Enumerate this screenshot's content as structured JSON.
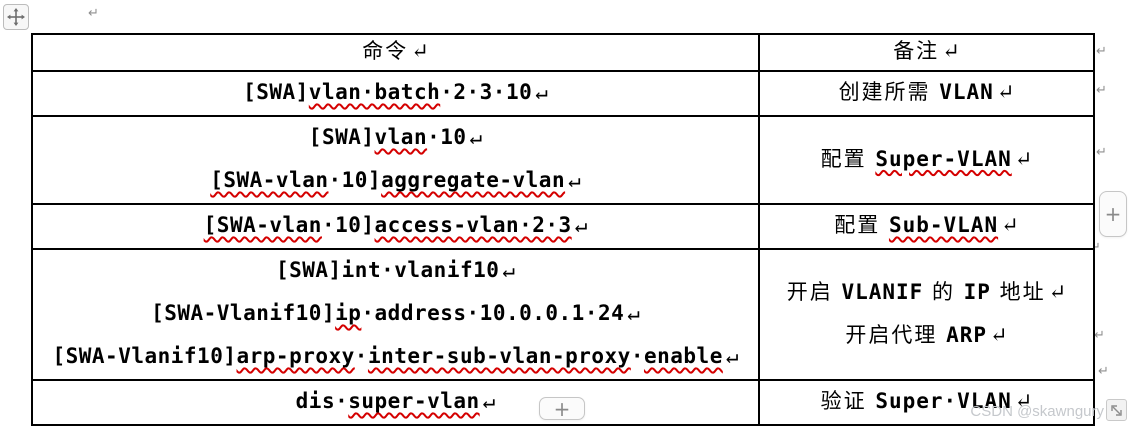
{
  "marks": {
    "return": "↵"
  },
  "colors": {
    "border": "#000000",
    "squiggle": "#d40000",
    "watermark": "#c5c8cc",
    "formatting_mark": "#8f8f8f"
  },
  "buttons": {
    "add_column": "+",
    "add_row": "+"
  },
  "watermark": "CSDN @skawngury",
  "table": {
    "header": {
      "cmd": [
        [
          {
            "t": "命令"
          }
        ]
      ],
      "note": [
        [
          {
            "t": "备注"
          }
        ]
      ]
    },
    "rows": [
      {
        "cmd": [
          [
            {
              "t": "[SWA]"
            },
            {
              "t": "vlan·batch",
              "m": 1
            },
            {
              "t": "·2·3·10"
            }
          ]
        ],
        "note": [
          [
            {
              "t": "创建所需 "
            },
            {
              "t": "VLAN",
              "b": 1
            }
          ]
        ]
      },
      {
        "cmd": [
          [
            {
              "t": "[SWA]"
            },
            {
              "t": "vlan",
              "m": 1
            },
            {
              "t": "·10"
            }
          ],
          [
            {
              "t": "[SWA-vlan",
              "m": 1
            },
            {
              "t": "·10]"
            },
            {
              "t": "aggregate-vlan",
              "m": 1
            }
          ]
        ],
        "note": [
          [
            {
              "t": "配置 "
            },
            {
              "t": "Super-VLAN",
              "b": 1,
              "m": 1
            }
          ]
        ]
      },
      {
        "cmd": [
          [
            {
              "t": "[SWA-vlan",
              "m": 1
            },
            {
              "t": "·10]"
            },
            {
              "t": "access-vlan·2·3",
              "m": 1
            }
          ]
        ],
        "note": [
          [
            {
              "t": "配置 "
            },
            {
              "t": "Sub-VLAN",
              "b": 1,
              "m": 1
            }
          ]
        ]
      },
      {
        "cmd": [
          [
            {
              "t": "[SWA]int·vlanif10"
            }
          ],
          [
            {
              "t": "[SWA-Vlanif10]"
            },
            {
              "t": "ip",
              "m": 1
            },
            {
              "t": "·address·10.0.0.1·24"
            }
          ],
          [
            {
              "t": "[SWA-Vlanif10]"
            },
            {
              "t": "arp-proxy",
              "m": 1
            },
            {
              "t": "·"
            },
            {
              "t": "inter-sub-vlan-proxy",
              "m": 1
            },
            {
              "t": "·"
            },
            {
              "t": "enable",
              "m": 1
            }
          ]
        ],
        "note": [
          [
            {
              "t": "开启 "
            },
            {
              "t": "VLANIF",
              "b": 1
            },
            {
              "t": " 的 "
            },
            {
              "t": "IP",
              "b": 1
            },
            {
              "t": " 地址"
            }
          ],
          [
            {
              "t": "开启代理 "
            },
            {
              "t": "ARP",
              "b": 1
            }
          ]
        ]
      },
      {
        "cmd": [
          [
            {
              "t": "dis·"
            },
            {
              "t": "super-vlan",
              "m": 1
            }
          ]
        ],
        "note": [
          [
            {
              "t": "验证 "
            },
            {
              "t": "Super·VLAN",
              "b": 1
            }
          ]
        ]
      }
    ]
  }
}
